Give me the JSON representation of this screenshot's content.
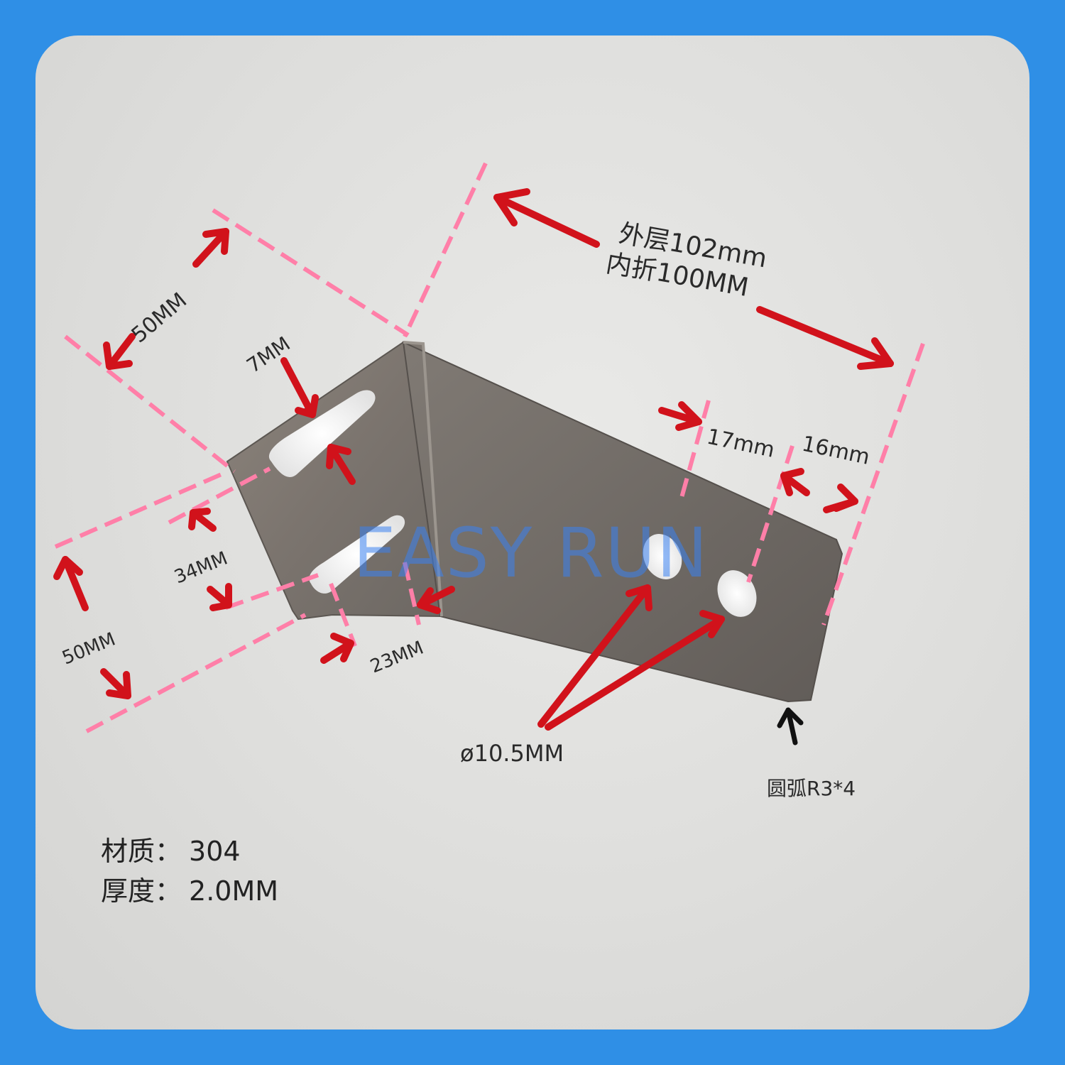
{
  "watermark": "EASY RUN",
  "labels": {
    "outer_length": "外层102mm",
    "inner_length": "内折100MM",
    "top_width": "50MM",
    "slot_width": "7MM",
    "hole_spacing": "17mm",
    "edge_distance": "16mm",
    "slot_spacing": "34MM",
    "side_width": "50MM",
    "slot_offset": "23MM",
    "hole_diameter": "ø10.5MM",
    "corner_radius": "圆弧R3*4"
  },
  "specs": {
    "material_label": "材质：",
    "material_value": "304",
    "thickness_label": "厚度：",
    "thickness_value": "2.0MM"
  },
  "colors": {
    "background": "#2f8fe6",
    "arrow": "#d1121b",
    "dashed_line": "#ff7fa8",
    "black_arrow": "#111111",
    "watermark": "#3b82f0"
  }
}
